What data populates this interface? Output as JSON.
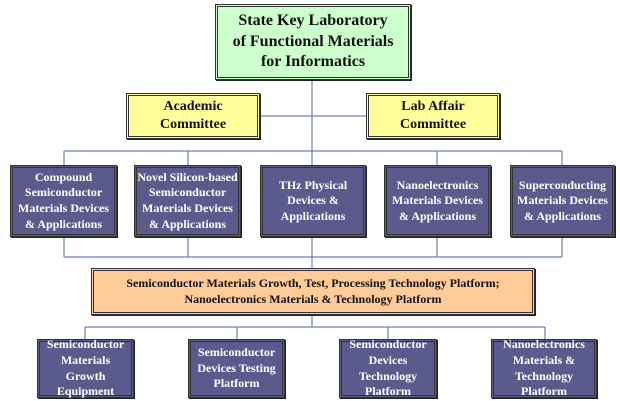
{
  "top": {
    "title": "State Key Laboratory of Functional Materials for Informatics"
  },
  "committees": [
    "Academic Committee",
    "Lab Affair Committee"
  ],
  "research_areas": [
    "Compound Semiconductor Materials Devices & Applications",
    "Novel Silicon-based Semiconductor Materials Devices & Applications",
    "THz Physical Devices & Applications",
    "Nanoelectronics Materials Devices & Applications",
    "Superconducting Materials Devices & Applications"
  ],
  "platform": "Semiconductor Materials Growth, Test, Processing Technology Platform; Nanoelectronics Materials & Technology Platform",
  "sub_platforms": [
    "Semiconductor Materials Growth Equipment",
    "Semiconductor Devices Testing Platform",
    "Semiconductor Devices Technology Platform",
    "Nanoelectronics Materials & Technology Platform"
  ],
  "colors": {
    "line": "#6a7fb8",
    "green": "#ccffcc",
    "yellow": "#ffff99",
    "purple": "#5a5a8c",
    "orange": "#ffcc99"
  }
}
